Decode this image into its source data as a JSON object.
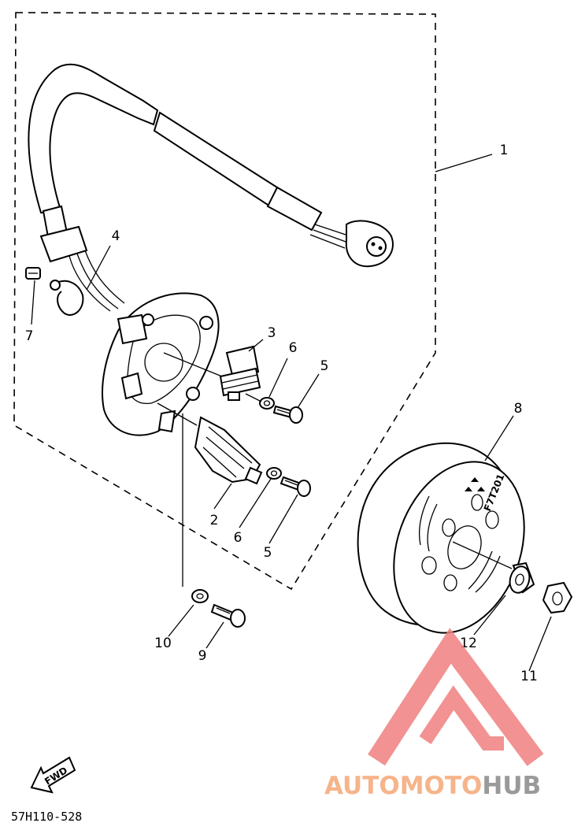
{
  "callouts": {
    "c1": "1",
    "c2": "2",
    "c3": "3",
    "c4": "4",
    "c5a": "5",
    "c5b": "5",
    "c6a": "6",
    "c6b": "6",
    "c7": "7",
    "c8": "8",
    "c9": "9",
    "c10": "10",
    "c11": "11",
    "c12": "12"
  },
  "drawing_code": "57H110-528",
  "fwd_label": "FWD",
  "rotor_mark": "F7T201",
  "watermark": {
    "text_part1": "AUTOMOTO",
    "text_part2": "HUB",
    "color1": "#f6b48a",
    "color2": "#9a9a9a",
    "logo_color": "#f08080"
  }
}
